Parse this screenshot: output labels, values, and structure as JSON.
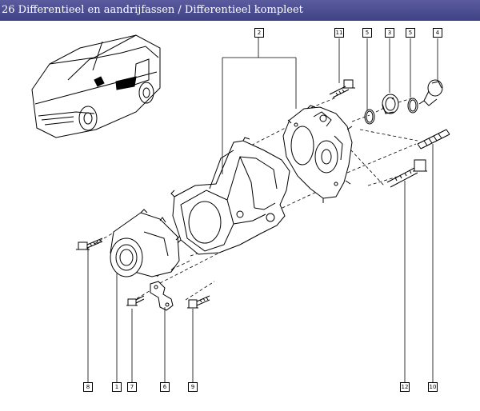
{
  "header": {
    "title": "26 Differentieel en aandrijfassen / Differentieel kompleet"
  },
  "callouts": [
    {
      "id": "c2",
      "text": "2"
    },
    {
      "id": "c11",
      "text": "11"
    },
    {
      "id": "c5a",
      "text": "5"
    },
    {
      "id": "c3",
      "text": "3"
    },
    {
      "id": "c5b",
      "text": "5"
    },
    {
      "id": "c4",
      "text": "4"
    },
    {
      "id": "c8",
      "text": "8"
    },
    {
      "id": "c1",
      "text": "1"
    },
    {
      "id": "c7",
      "text": "7"
    },
    {
      "id": "c6",
      "text": "6"
    },
    {
      "id": "c9",
      "text": "9"
    },
    {
      "id": "c12",
      "text": "12"
    },
    {
      "id": "c10",
      "text": "10"
    }
  ],
  "colors": {
    "header_bg": "#4a4c90",
    "header_text": "#ffffff",
    "line": "#000000"
  }
}
